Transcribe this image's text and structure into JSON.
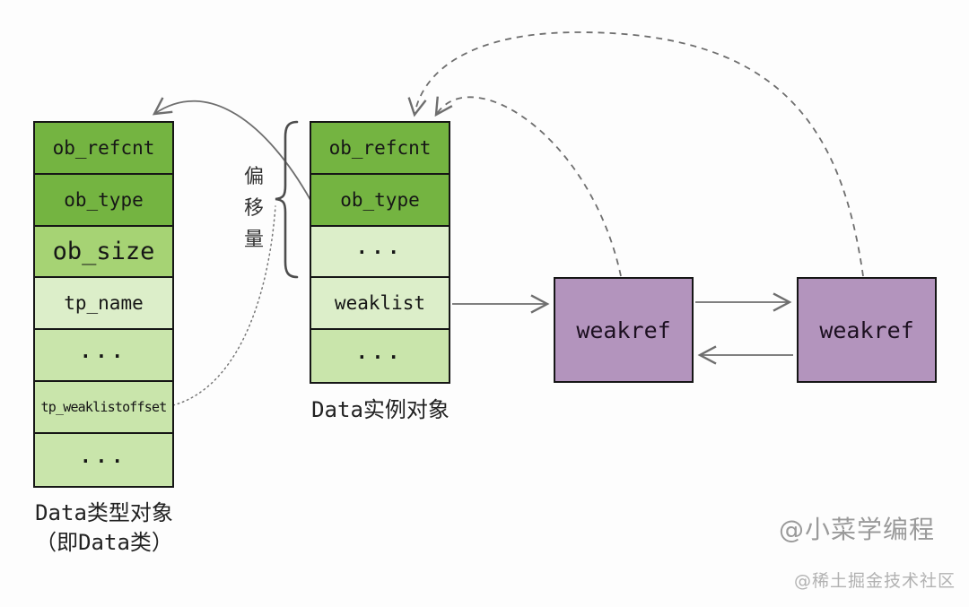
{
  "type_object": {
    "cells": [
      {
        "text": "ob_refcnt"
      },
      {
        "text": "ob_type"
      },
      {
        "text": "ob_size"
      },
      {
        "text": "tp_name"
      },
      {
        "text": "..."
      },
      {
        "text": "tp_weaklistoffset"
      },
      {
        "text": "..."
      }
    ],
    "caption_line1": "Data类型对象",
    "caption_line2": "（即Data类）"
  },
  "instance_object": {
    "cells": [
      {
        "text": "ob_refcnt"
      },
      {
        "text": "ob_type"
      },
      {
        "text": "..."
      },
      {
        "text": "weaklist"
      },
      {
        "text": "..."
      }
    ],
    "caption": "Data实例对象"
  },
  "weakref_nodes": [
    {
      "label": "weakref"
    },
    {
      "label": "weakref"
    }
  ],
  "offset_label": {
    "text": "偏移量",
    "char1": "偏",
    "char2": "移",
    "char3": "量"
  },
  "watermarks": {
    "primary": "@小菜学编程",
    "secondary": "@稀土掘金技术社区"
  },
  "colors": {
    "cell_dark_green": "#74b441",
    "cell_bright_green": "#a6d374",
    "cell_pale_green": "#dceec9",
    "cell_mid_green": "#c9e5ab",
    "weakref_purple": "#b394bd",
    "line_gray": "#6e6e6e",
    "border_black": "#161616",
    "background": "#fdfdfd"
  }
}
